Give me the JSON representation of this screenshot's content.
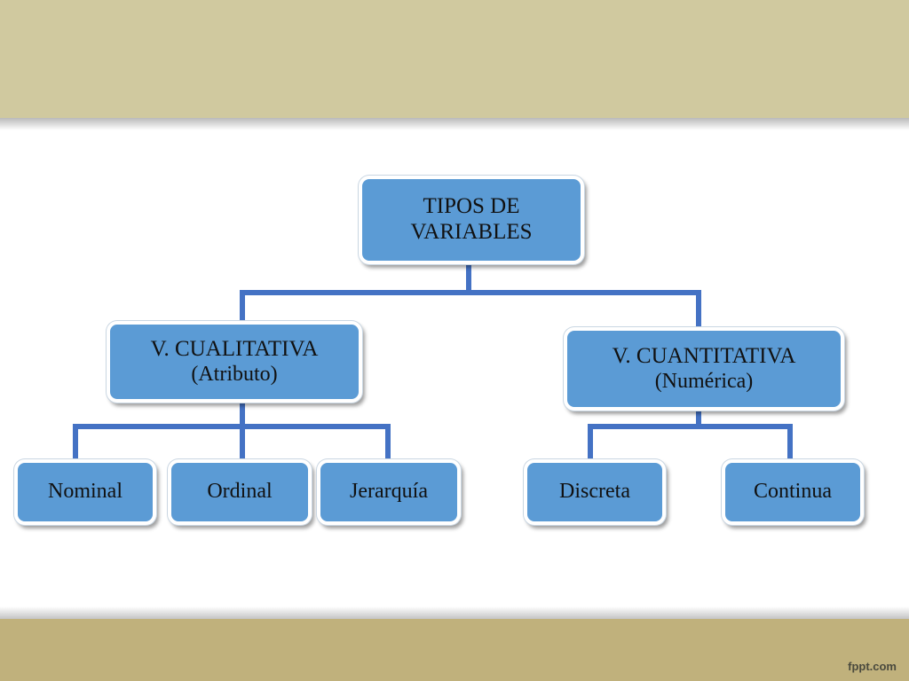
{
  "slide": {
    "brand": "fppt.com"
  },
  "diagram": {
    "root": {
      "line1": "TIPOS DE",
      "line2": "VARIABLES"
    },
    "qualitative": {
      "line1": "V. CUALITATIVA",
      "line2": "(Atributo)",
      "children": [
        "Nominal",
        "Ordinal",
        "Jerarquía"
      ]
    },
    "quantitative": {
      "line1": "V. CUANTITATIVA",
      "line2": "(Numérica)",
      "children": [
        "Discreta",
        "Continua"
      ]
    }
  },
  "colors": {
    "node_fill": "#5b9bd5",
    "connector": "#4472c4",
    "top_band": "#d0c99f",
    "bottom_band": "#c0b17c"
  }
}
